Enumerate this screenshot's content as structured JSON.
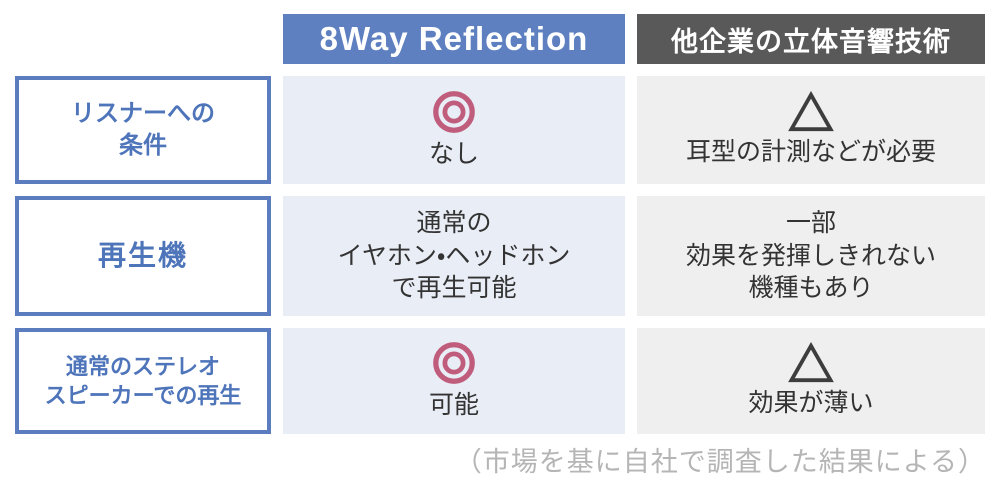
{
  "colors": {
    "header_blue": "#5e80c1",
    "header_dark": "#595959",
    "label_border": "#5b7dc0",
    "label_text": "#4e74ba",
    "cell_blue_bg": "#e9edf6",
    "cell_gray_bg": "#efefef",
    "body_text": "#333333",
    "mark_red": "#c05c7c",
    "mark_dark": "#3d3d3d",
    "footer_text": "#b5b5b5"
  },
  "header": {
    "col_product": "8Way Reflection",
    "col_others": "他企業の立体音響技術"
  },
  "rows": [
    {
      "label_lines": [
        "リスナーへの",
        "条件"
      ],
      "product": {
        "mark": "double-circle",
        "lines": [
          "なし"
        ]
      },
      "others": {
        "mark": "triangle",
        "lines": [
          "耳型の計測などが必要"
        ]
      }
    },
    {
      "label_lines": [
        "再生機"
      ],
      "product": {
        "mark": "",
        "lines": [
          "通常の",
          "イヤホン・ヘッドホン",
          "で再生可能"
        ]
      },
      "others": {
        "mark": "",
        "lines": [
          "一部",
          "効果を発揮しきれない",
          "機種もあり"
        ]
      }
    },
    {
      "label_lines": [
        "通常のステレオ",
        "スピーカーでの再生"
      ],
      "product": {
        "mark": "double-circle",
        "lines": [
          "可能"
        ]
      },
      "others": {
        "mark": "triangle",
        "lines": [
          "効果が薄い"
        ]
      }
    }
  ],
  "footer": {
    "note": "（市場を基に自社で調査した結果による）"
  }
}
